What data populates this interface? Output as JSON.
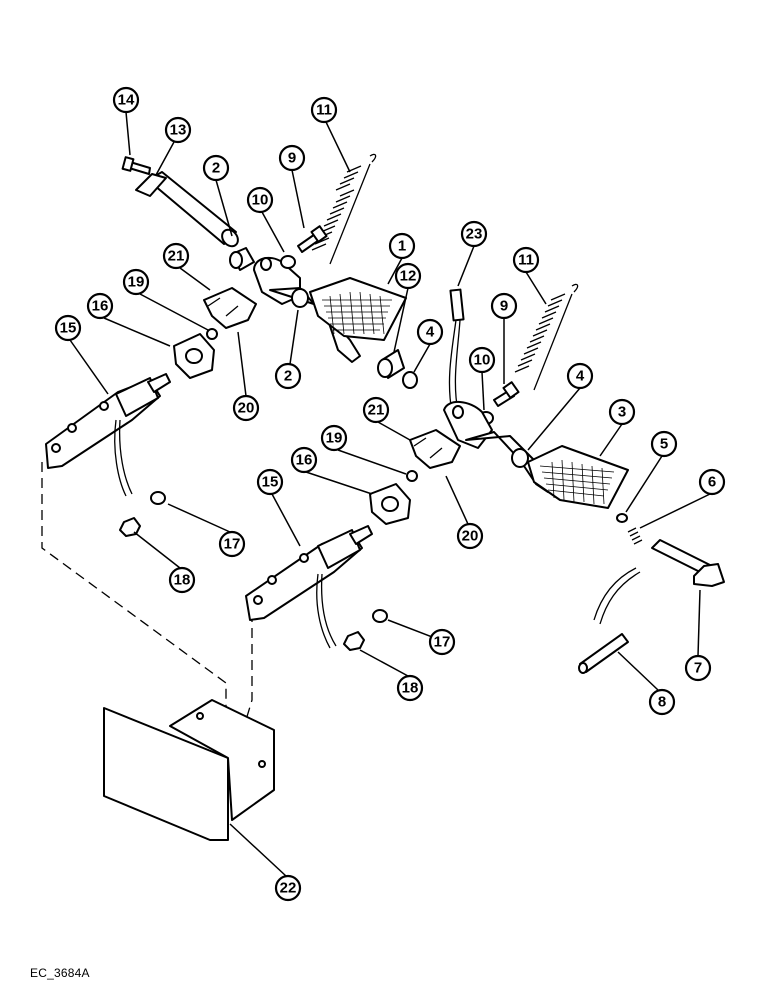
{
  "drawing_code": "EC_3684A",
  "callouts": [
    {
      "id": "c14a",
      "label": "14"
    },
    {
      "id": "c13",
      "label": "13"
    },
    {
      "id": "c2a",
      "label": "2"
    },
    {
      "id": "c9a",
      "label": "9"
    },
    {
      "id": "c11a",
      "label": "11"
    },
    {
      "id": "c10a",
      "label": "10"
    },
    {
      "id": "c1",
      "label": "1"
    },
    {
      "id": "c23",
      "label": "23"
    },
    {
      "id": "c11b",
      "label": "11"
    },
    {
      "id": "c21a",
      "label": "21"
    },
    {
      "id": "c12",
      "label": "12"
    },
    {
      "id": "c19a",
      "label": "19"
    },
    {
      "id": "c16a",
      "label": "16"
    },
    {
      "id": "c15a",
      "label": "15"
    },
    {
      "id": "c2b",
      "label": "2"
    },
    {
      "id": "c4a",
      "label": "4"
    },
    {
      "id": "c9b",
      "label": "9"
    },
    {
      "id": "c20a",
      "label": "20"
    },
    {
      "id": "c10b",
      "label": "10"
    },
    {
      "id": "c4b",
      "label": "4"
    },
    {
      "id": "c3",
      "label": "3"
    },
    {
      "id": "c21b",
      "label": "21"
    },
    {
      "id": "c19b",
      "label": "19"
    },
    {
      "id": "c16b",
      "label": "16"
    },
    {
      "id": "c5",
      "label": "5"
    },
    {
      "id": "c6",
      "label": "6"
    },
    {
      "id": "c15b",
      "label": "15"
    },
    {
      "id": "c17a",
      "label": "17"
    },
    {
      "id": "c20b",
      "label": "20"
    },
    {
      "id": "c18a",
      "label": "18"
    },
    {
      "id": "c7",
      "label": "7"
    },
    {
      "id": "c17b",
      "label": "17"
    },
    {
      "id": "c8",
      "label": "8"
    },
    {
      "id": "c18b",
      "label": "18"
    },
    {
      "id": "c22",
      "label": "22"
    }
  ]
}
